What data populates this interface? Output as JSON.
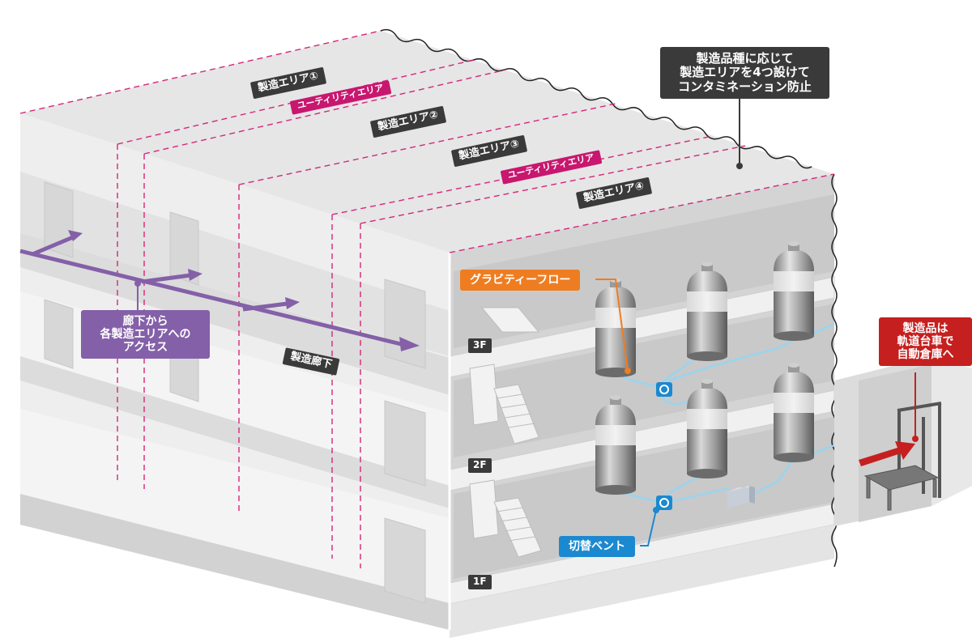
{
  "roof_labels": {
    "area1": "製造エリア①",
    "utility1": "ユーティリティエリア",
    "area2": "製造エリア②",
    "area3": "製造エリア③",
    "utility2": "ユーティリティエリア",
    "area4": "製造エリア④"
  },
  "callouts": {
    "contamination": [
      "製造品種に応じて",
      "製造エリアを4つ設けて",
      "コンタミネーション防止"
    ],
    "corridor_access": [
      "廊下から",
      "各製造エリアへの",
      "アクセス"
    ],
    "corridor": "製造廊下",
    "gravity_flow": "グラビティーフロー",
    "switch_vent": "切替ベント",
    "product_transport": [
      "製造品は",
      "軌道台車で",
      "自動倉庫へ"
    ]
  },
  "floors": {
    "f3": "3F",
    "f2": "2F",
    "f1": "1F"
  },
  "colors": {
    "dashed_line": "#d6267a",
    "purple": "#8460a8",
    "orange": "#ee7d22",
    "blue": "#1b89d0",
    "red": "#c61f1f",
    "dark": "#3a3a3a"
  }
}
